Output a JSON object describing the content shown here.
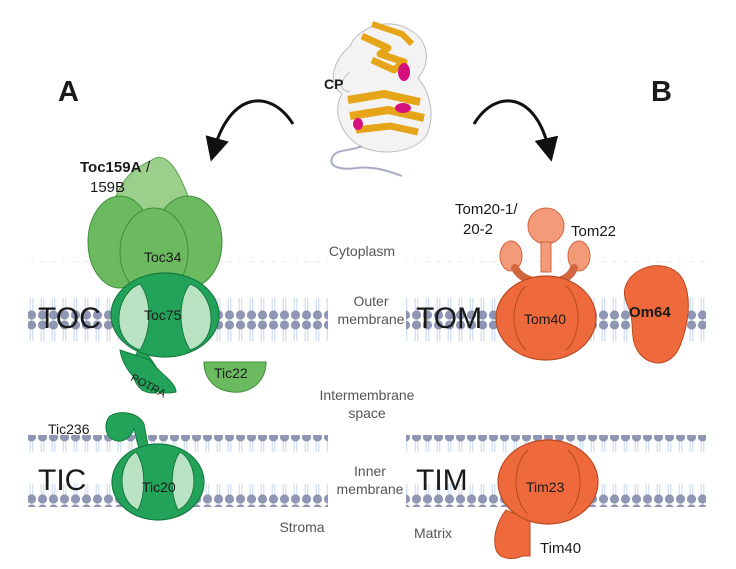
{
  "panels": {
    "left_letter": "A",
    "right_letter": "B"
  },
  "protein": {
    "label": "CP"
  },
  "compartments": {
    "cytoplasm": "Cytoplasm",
    "outer_1": "Outer",
    "outer_2": "membrane",
    "intermembrane_1": "Intermembrane",
    "intermembrane_2": "space",
    "inner_1": "Inner",
    "inner_2": "membrane",
    "stroma": "Stroma",
    "matrix": "Matrix"
  },
  "chloroplast": {
    "toc": "TOC",
    "tic": "TIC",
    "toc159_bold": "Toc159A",
    "toc159_slash": "/",
    "toc159_b": "159B",
    "toc34": "Toc34",
    "toc75": "Toc75",
    "potra": "POTRA",
    "tic22": "Tic22",
    "tic236": "Tic236",
    "tic20": "Tic20"
  },
  "mitochondrion": {
    "tom": "TOM",
    "tim": "TIM",
    "tom20_line1": "Tom20-1/",
    "tom20_line2": "20-2",
    "tom22": "Tom22",
    "tom40": "Tom40",
    "om64": "Om64",
    "tim23": "Tim23",
    "tim40": "Tim40"
  },
  "colors": {
    "membrane_head": "#8e96b4",
    "membrane_tail": "#c4d6ec",
    "green_light": "#9bcf8c",
    "green_mid": "#6cba5f",
    "green_dark": "#23a35a",
    "green_pale": "#b9e3c3",
    "orange_light": "#f39a78",
    "orange_dark": "#ee6a3c",
    "orange_pale": "#f4a483",
    "protein_yellow": "#e6a419",
    "protein_magenta": "#d6107c"
  }
}
